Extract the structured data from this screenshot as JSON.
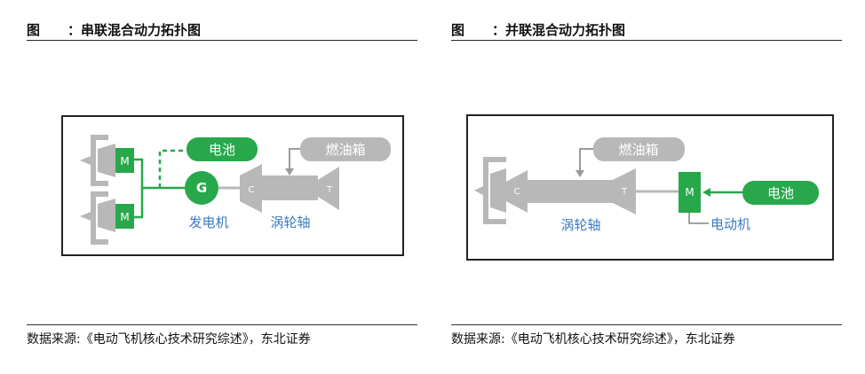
{
  "panels": [
    {
      "figure_label": "图",
      "title": "：串联混合动力拓扑图",
      "source": "数据来源:《电动飞机核心技术研究综述》，东北证券",
      "labels": {
        "motor": "M",
        "generator": "G",
        "battery": "电池",
        "fuel_tank": "燃油箱",
        "compressor": "C",
        "turbine": "T",
        "generator_caption": "发电机",
        "turboshaft_caption": "涡轮轴"
      }
    },
    {
      "figure_label": "图",
      "title": "：并联混合动力拓扑图",
      "source": "数据来源:《电动飞机核心技术研究综述》，东北证券",
      "labels": {
        "motor": "M",
        "battery": "电池",
        "fuel_tank": "燃油箱",
        "compressor": "C",
        "turbine": "T",
        "turboshaft_caption": "涡轮轴",
        "motor_caption": "电动机"
      }
    }
  ],
  "colors": {
    "green": "#27a84a",
    "gray": "#b8b8b8",
    "gray_dark": "#9a9a9a",
    "text_blue": "#3b7bbf"
  }
}
